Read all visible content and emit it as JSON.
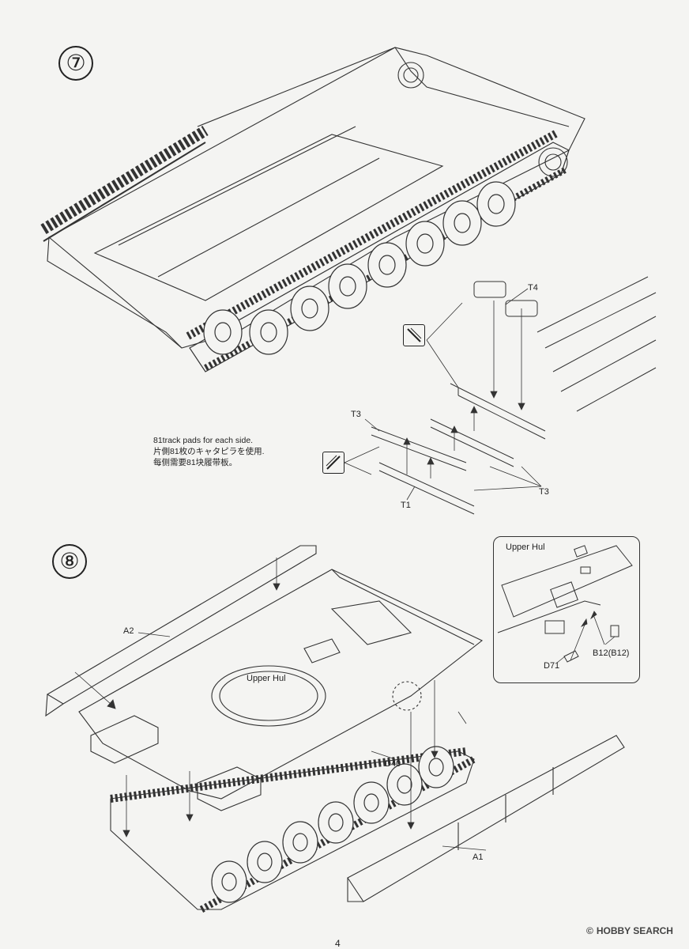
{
  "steps": [
    {
      "number": "⑦"
    },
    {
      "number": "⑧"
    }
  ],
  "step7": {
    "labels": {
      "t4": "T4",
      "t3_top": "T3",
      "t3_right": "T3",
      "t1": "T1"
    },
    "note_lines": [
      "81track pads for each side.",
      "片側81枚のキャタピラを使用.",
      "每侧需要81块履带板。"
    ]
  },
  "step8": {
    "labels": {
      "a2": "A2",
      "upper_hull_main": "Upper Hul",
      "d40": "D40",
      "a1": "A1"
    },
    "detail": {
      "title": "Upper Hul",
      "b12": "B12(B12)",
      "d71": "D71"
    }
  },
  "page_number": "4",
  "watermark": "HOBBY SEARCH"
}
